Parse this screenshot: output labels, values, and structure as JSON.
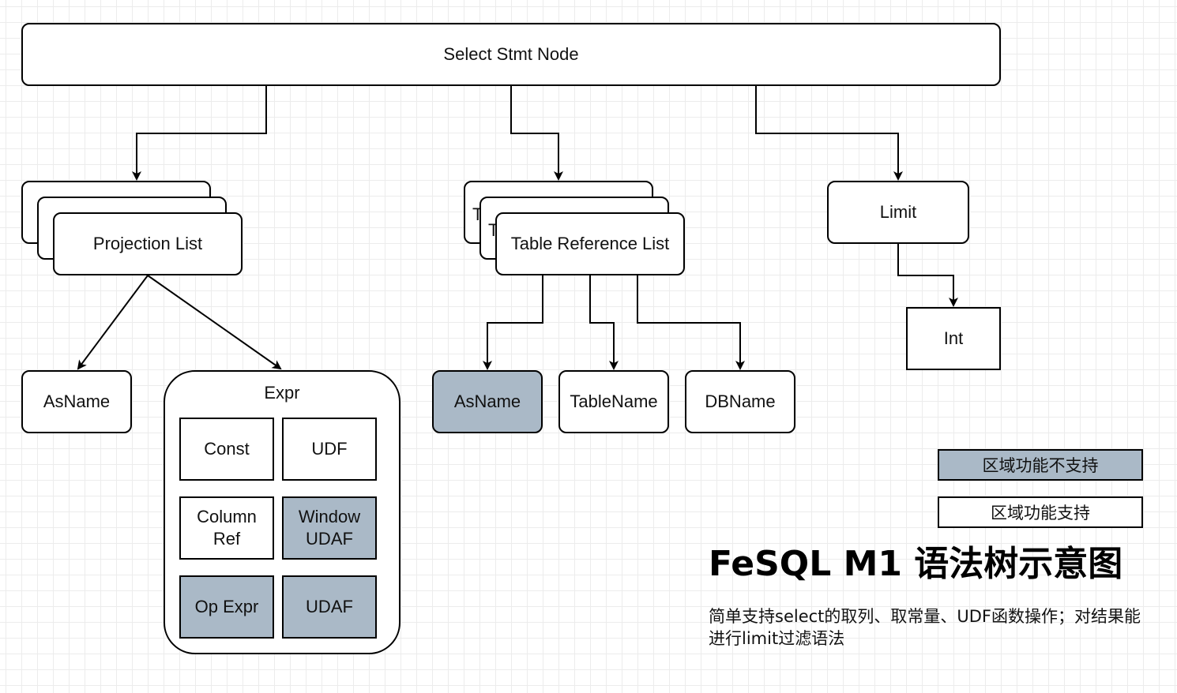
{
  "nodes": {
    "select_stmt": "Select Stmt Node",
    "projection_list": "Projection List",
    "table_ref_list": "Table Reference List",
    "table_ref_ghost": "T",
    "limit": "Limit",
    "int": "Int",
    "proj_asname": "AsName",
    "expr": "Expr",
    "const": "Const",
    "udf": "UDF",
    "column_ref": "Column Ref",
    "window_udaf": "Window UDAF",
    "op_expr": "Op Expr",
    "udaf": "UDAF",
    "table_asname": "AsName",
    "table_name": "TableName",
    "db_name": "DBName"
  },
  "legend": {
    "unsupported": "区域功能不支持",
    "supported": "区域功能支持"
  },
  "title": "FeSQL M1 语法树示意图",
  "description": "简单支持select的取列、取常量、UDF函数操作；对结果能进行limit过滤语法",
  "colors": {
    "unsupported_fill": "#aab9c7",
    "supported_fill": "#ffffff",
    "stroke": "#000000"
  }
}
